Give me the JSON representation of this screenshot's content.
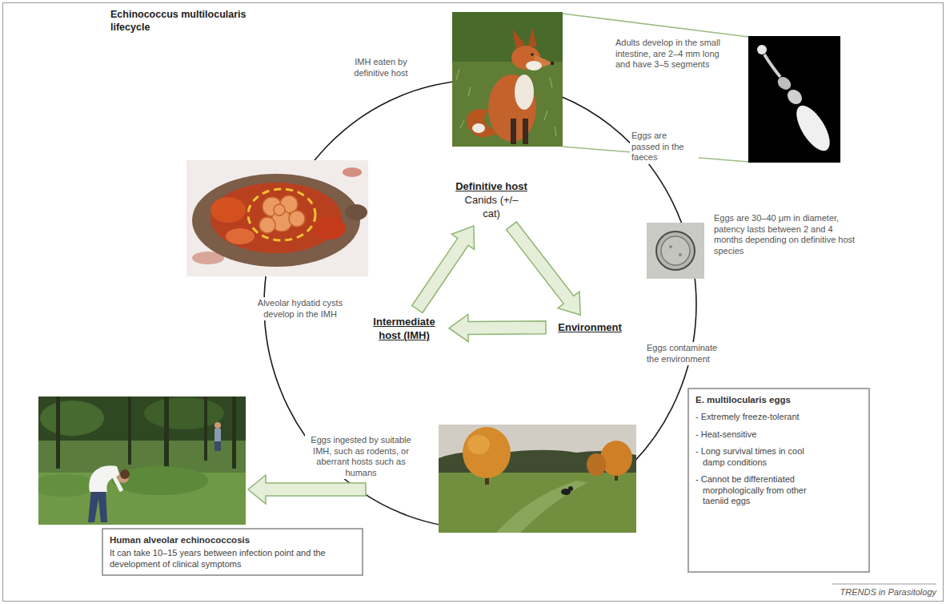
{
  "diagram": {
    "title": "Echinococcus multilocularis lifecycle",
    "nodes": [
      {
        "text": [
          "Definitive host",
          "Canids (+/– cat)"
        ]
      },
      {
        "text": [
          "Environment"
        ]
      },
      {
        "text": [
          "Intermediate host (IMH)"
        ]
      },
      {
        "text": [
          "Human alveolar echinococcosis",
          "It can take 10–15 years between infection point and the development of clinical symptoms"
        ]
      },
      {
        "text": [
          "E. multilocularis eggs",
          "- Extremely freeze-tolerant",
          "- Heat-sensitive",
          "- Long survival times in cool damp conditions",
          "- Cannot be differentiated morphologically from other taeniid eggs"
        ]
      }
    ],
    "edges": [
      {
        "from": 0,
        "to": 1,
        "arrow": "to"
      },
      {
        "from": 1,
        "to": 2,
        "arrow": "to"
      },
      {
        "from": 2,
        "to": 0,
        "arrow": "to"
      }
    ],
    "labels": [
      "IMH eaten by definitive host",
      "Adults develop in the small intestine, are 2–4 mm long and have 3–5 segments",
      "Eggs are passed in the faeces",
      "Eggs are 30–40 μm in diameter, patency lasts between 2 and 4 months depending on definitive host species",
      "Eggs contaminate the environment",
      "Eggs ingested by suitable IMH, such as rodents, or aberrant hosts such as humans",
      "Alveolar hydatid cysts develop in the IMH",
      "TRENDS in Parasitology"
    ]
  }
}
